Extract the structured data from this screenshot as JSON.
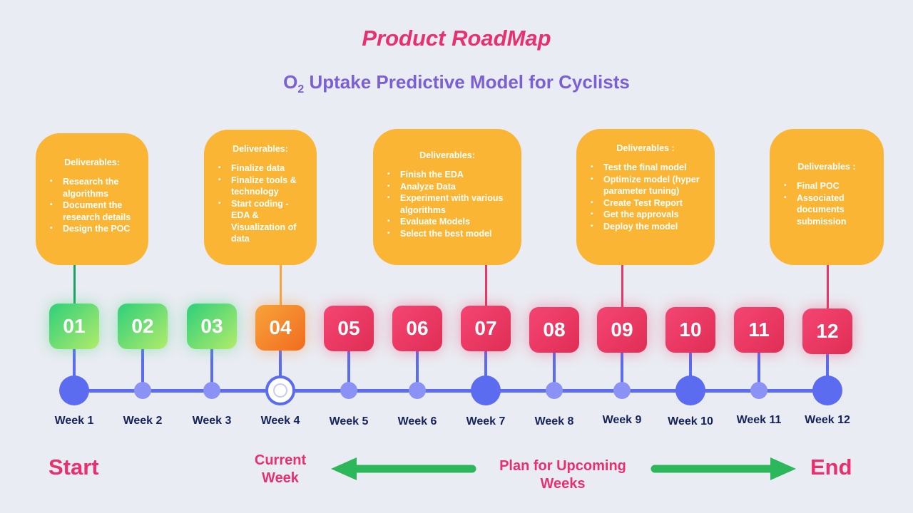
{
  "title": "Product RoadMap",
  "subtitle": {
    "prefix": "O",
    "sub": "2",
    "rest": " Uptake Predictive Model for Cyclists"
  },
  "colors": {
    "title": "#e8306e",
    "subtitle": "#7b5fd6",
    "card": "#fbb535",
    "timeline": "#5b6cf0",
    "week_label": "#16225a",
    "green": "#2ecf7b",
    "orange": "#f7a43a",
    "red": "#f44572"
  },
  "cards": [
    {
      "title": "Deliverables:",
      "items": [
        "Research the algorithms",
        "Document the research details",
        "Design the POC"
      ]
    },
    {
      "title": "Deliverables:",
      "items": [
        "Finalize data",
        "Finalize tools & technology",
        "Start coding - EDA & Visualization of data"
      ]
    },
    {
      "title": "Deliverables:",
      "items": [
        "Finish the EDA",
        "Analyze Data",
        "Experiment with various algorithms",
        "Evaluate Models",
        "Select the best model"
      ]
    },
    {
      "title": "Deliverables :",
      "items": [
        "Test the final model",
        "Optimize model (hyper parameter tuning)",
        "Create Test Report",
        "Get the approvals",
        "Deploy the model"
      ]
    },
    {
      "title": "Deliverables :",
      "items": [
        "Final POC",
        "Associated documents submission"
      ]
    }
  ],
  "weeks": [
    {
      "num": "01",
      "label": "Week 1",
      "status": "done"
    },
    {
      "num": "02",
      "label": "Week 2",
      "status": "done"
    },
    {
      "num": "03",
      "label": "Week 3",
      "status": "done"
    },
    {
      "num": "04",
      "label": "Week 4",
      "status": "current"
    },
    {
      "num": "05",
      "label": "Week 5",
      "status": "upcoming"
    },
    {
      "num": "06",
      "label": "Week 6",
      "status": "upcoming"
    },
    {
      "num": "07",
      "label": "Week 7",
      "status": "upcoming"
    },
    {
      "num": "08",
      "label": "Week 8",
      "status": "upcoming"
    },
    {
      "num": "09",
      "label": "Week 9",
      "status": "upcoming"
    },
    {
      "num": "10",
      "label": "Week 10",
      "status": "upcoming"
    },
    {
      "num": "11",
      "label": "Week 11",
      "status": "upcoming"
    },
    {
      "num": "12",
      "label": "Week 12",
      "status": "upcoming"
    }
  ],
  "footer": {
    "start": "Start",
    "current": "Current Week",
    "plan": "Plan for Upcoming Weeks",
    "end": "End"
  }
}
